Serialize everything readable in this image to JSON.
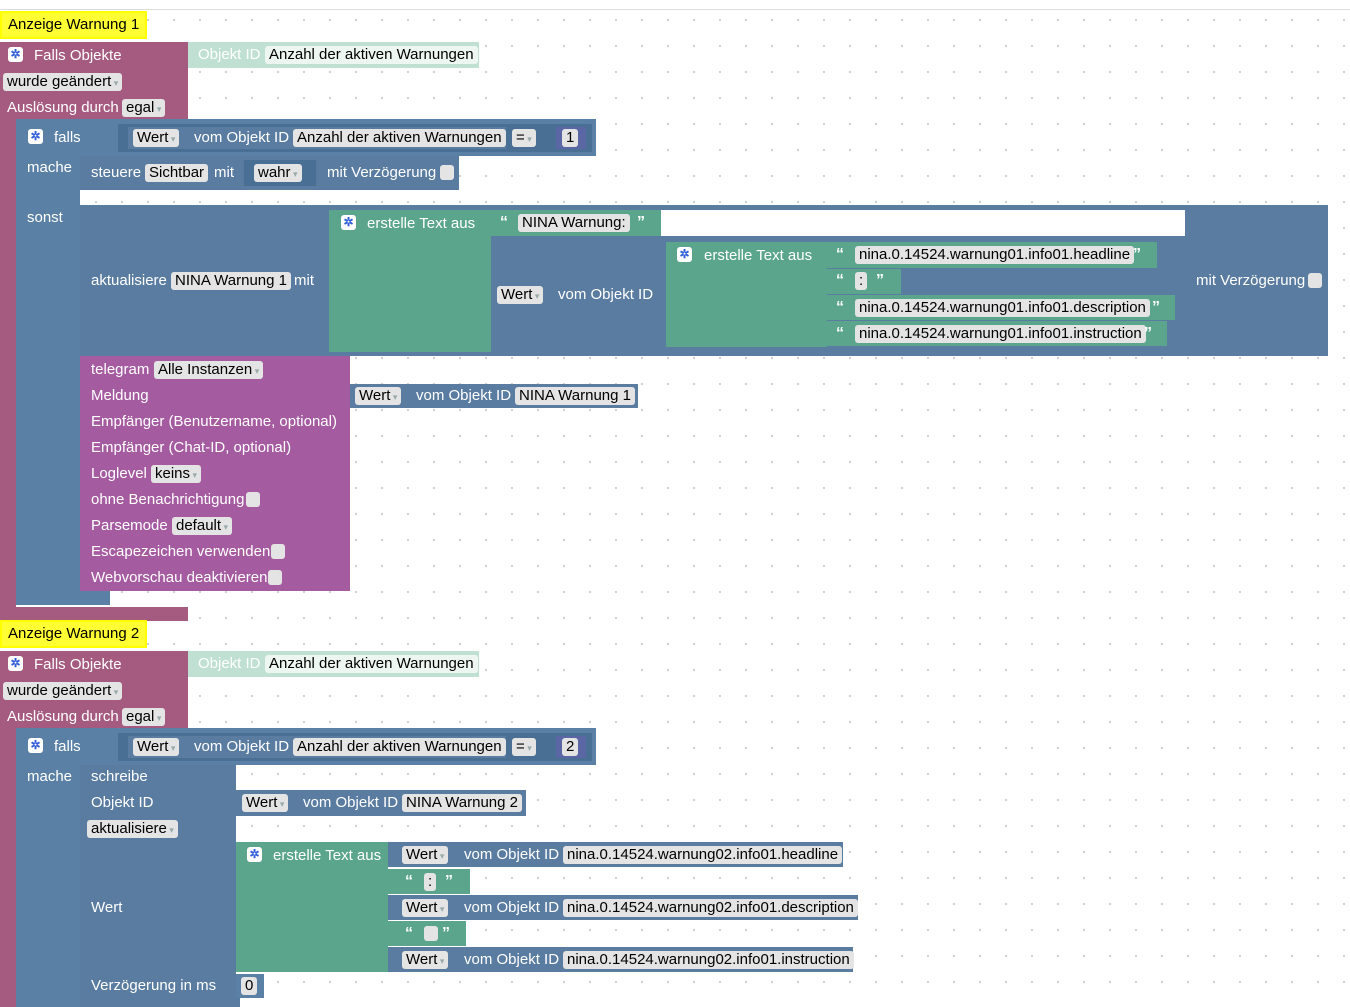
{
  "colors": {
    "event": "#a55b80",
    "control": "#5b80a5",
    "text": "#5ba58c",
    "telegram": "#a55ba0",
    "comment": "#ffff33"
  },
  "common": {
    "falls_objekte": "Falls Objekte",
    "objekt_id_lbl": "Objekt ID",
    "anzahl": "Anzahl der aktiven Warnungen",
    "wurde_geaendert": "wurde geändert",
    "ausloesung": "Auslösung durch",
    "egal": "egal",
    "falls": "falls",
    "mache": "mache",
    "sonst": "sonst",
    "wert": "Wert",
    "vom_objekt_id": "vom Objekt ID",
    "eq": "=",
    "erstelle_text": "erstelle Text aus",
    "gear_icon": "gear-icon",
    "open_quote": "“",
    "close_quote": "”"
  },
  "block1": {
    "comment": "Anzeige Warnung 1",
    "compare_value": "1",
    "steuere": "steuere",
    "sichtbar": "Sichtbar",
    "mit": "mit",
    "wahr": "wahr",
    "mit_verzoegerung": "mit Verzögerung",
    "aktualisiere": "aktualisiere",
    "nina_warnung_1": "NINA Warnung 1",
    "nina_warnung_text": "NINA Warnung:",
    "headline": "nina.0.14524.warnung01.info01.headline",
    "colon": ":",
    "description": "nina.0.14524.warnung01.info01.description",
    "instruction": "nina.0.14524.warnung01.info01.instruction",
    "telegram": "telegram",
    "alle_instanzen": "Alle Instanzen",
    "meldung": "Meldung",
    "empf_user": "Empfänger (Benutzername, optional)",
    "empf_chat": "Empfänger (Chat-ID, optional)",
    "loglevel": "Loglevel",
    "keins": "keins",
    "ohne_benachrichtigung": "ohne Benachrichtigung",
    "parsemode": "Parsemode",
    "default": "default",
    "escape": "Escapezeichen verwenden",
    "webvorschau": "Webvorschau deaktivieren"
  },
  "block2": {
    "comment": "Anzeige Warnung 2",
    "compare_value": "2",
    "schreibe": "schreibe",
    "objekt_id": "Objekt ID",
    "nina_warnung_2": "NINA Warnung 2",
    "aktualisiere": "aktualisiere",
    "wert": "Wert",
    "headline": "nina.0.14524.warnung02.info01.headline",
    "colon": ":",
    "description": "nina.0.14524.warnung02.info01.description",
    "instruction": "nina.0.14524.warnung02.info01.instruction",
    "verzoegerung_ms": "Verzögerung in ms",
    "delay_value": "0"
  }
}
